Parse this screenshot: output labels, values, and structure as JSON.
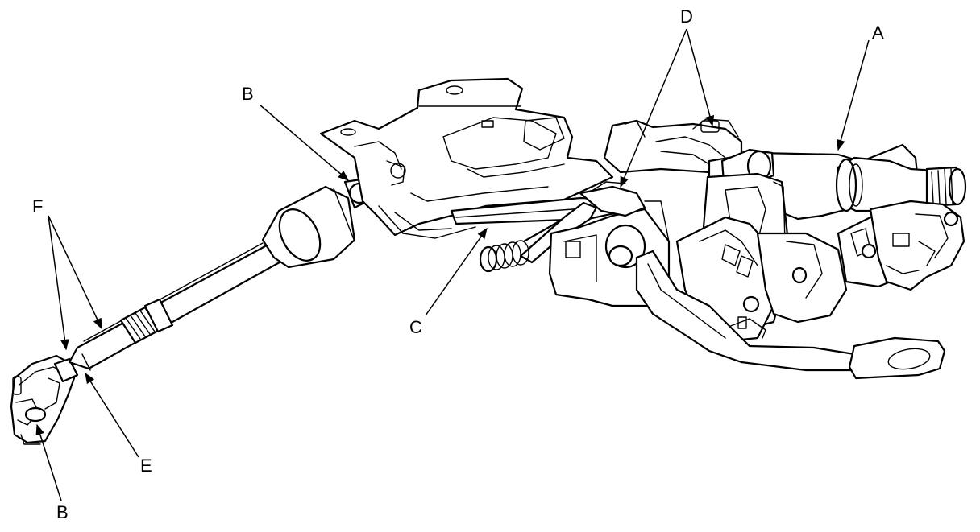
{
  "labels": {
    "a": "A",
    "b_top": "B",
    "b_bottom": "B",
    "c": "C",
    "d": "D",
    "e": "E",
    "f": "F"
  }
}
